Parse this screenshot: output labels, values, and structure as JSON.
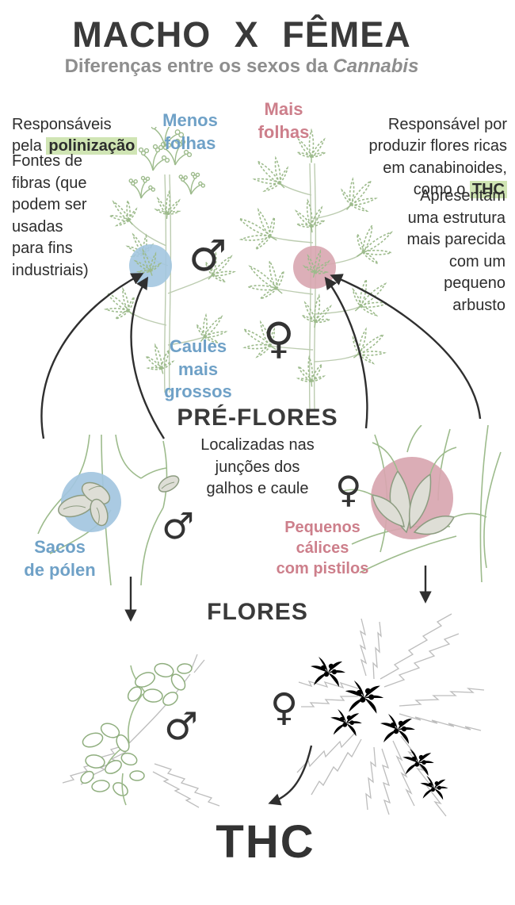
{
  "header": {
    "title": "MACHO X FÊMEA",
    "subtitle_prefix": "Diferenças entre os sexos da ",
    "subtitle_italic": "Cannabis"
  },
  "symbols": {
    "male": "♂",
    "female": "♀"
  },
  "male_top": {
    "responsible_prefix": "Responsáveis\npela ",
    "responsible_highlight": "polinização",
    "fiber_note": "Fontes de\nfibras (que\npodem ser\nusadas\npara fins\nindustriais)",
    "less_leaves": "Menos\nfolhas",
    "thick_stems": "Caules\nmais\ngrossos"
  },
  "female_top": {
    "more_leaves": "Mais\nfolhas",
    "responsible_prefix": "Responsável por\nproduzir flores ricas\nem canabinoides,\ncomo o ",
    "responsible_highlight": "THC",
    "structure_note": "Apresentam\numa estrutura\nmais parecida\ncom um\npequeno\narbusto"
  },
  "preflowers": {
    "title": "PRÉ-FLORES",
    "note": "Localizadas nas\njunções dos\ngalhos e caule",
    "male_label": "Sacos\nde pólen",
    "female_label": "Pequenos\ncálices\ncom pistilos"
  },
  "flowers": {
    "title": "FLORES"
  },
  "thc": {
    "label": "THC"
  },
  "colors": {
    "title_dark": "#3a3a3a",
    "subtitle_gray": "#8e8e8e",
    "body_text": "#2d2d2d",
    "male_blue": "#6fa1c7",
    "female_pink": "#cd7f8b",
    "highlight_green": "#d0e5b4",
    "plant_green": "#9dbb8c",
    "leaf_gray": "#bdbdbd",
    "circle_blue": "#a3c6e0",
    "circle_pink": "#d8a6b0",
    "arrow_black": "#2f2f2f"
  }
}
